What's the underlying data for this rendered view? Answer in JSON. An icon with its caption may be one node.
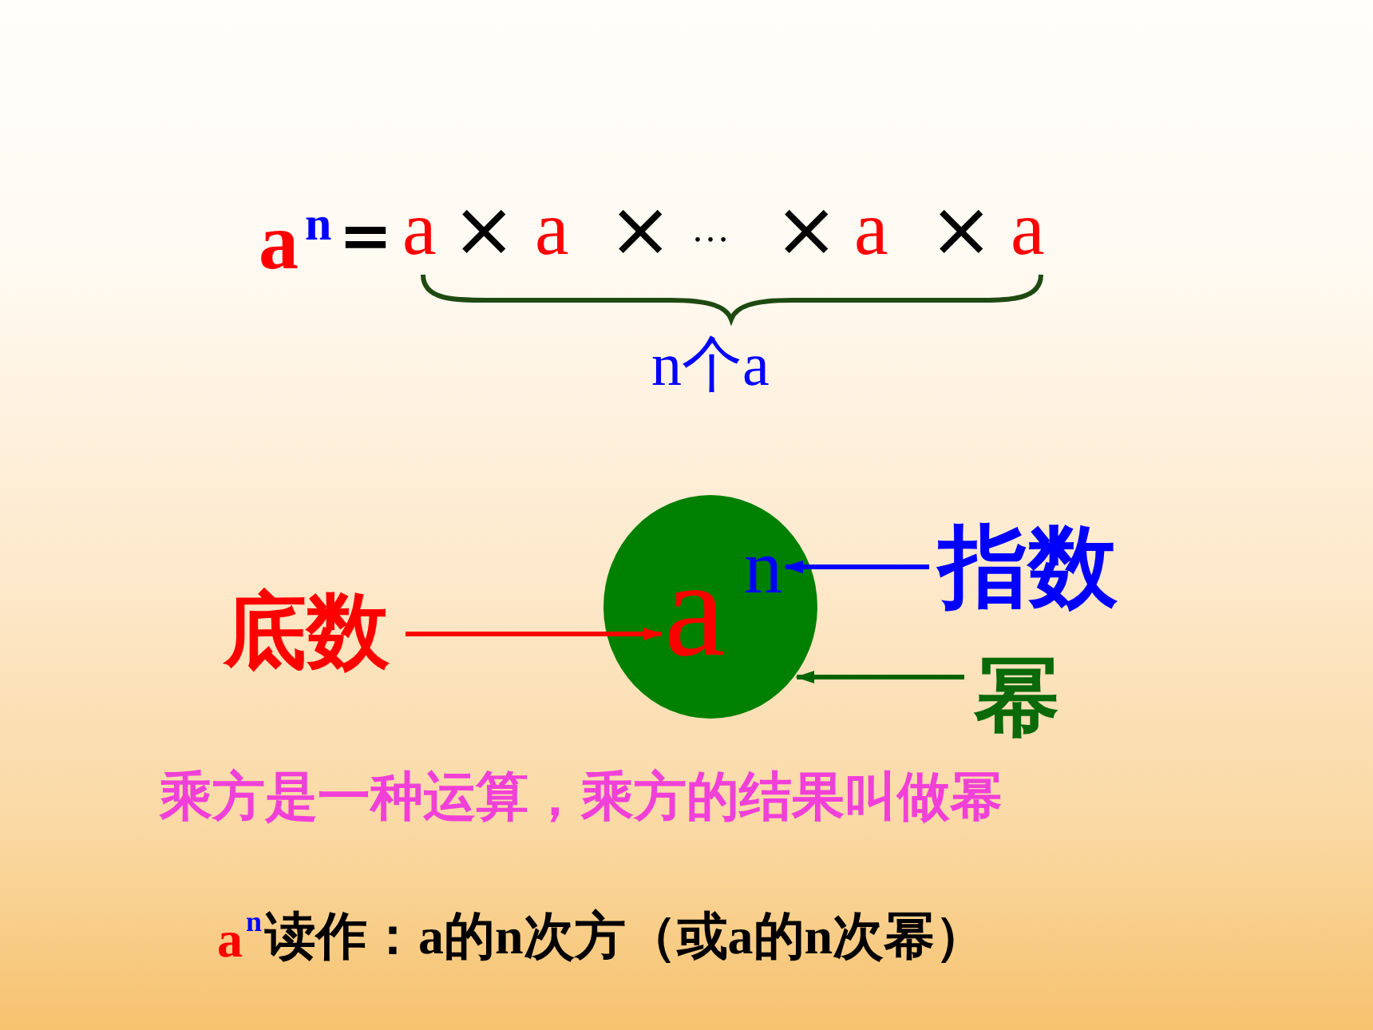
{
  "diagram": {
    "nodes": [
      {
        "text": [],
        "shape": "circle"
      },
      {
        "text": [
          "a"
        ],
        "in": 0
      },
      {
        "text": [
          "n"
        ],
        "in": 0
      },
      {
        "text": [
          "底数"
        ]
      },
      {
        "text": [
          "指数"
        ]
      },
      {
        "text": [
          "幂"
        ]
      }
    ],
    "edges": [
      {
        "from": 3,
        "to": 1,
        "arrow": "to",
        "color": "#ff0000"
      },
      {
        "from": 4,
        "to": 2,
        "arrow": "to",
        "color": "#0000ff"
      },
      {
        "from": 5,
        "to": 0,
        "arrow": "to",
        "color": "#006400"
      }
    ],
    "labels": [
      "a",
      "n",
      "＝",
      "a",
      "×",
      "a",
      "×",
      "…",
      "×",
      "a",
      "×",
      "a",
      "n个a",
      "乘方是一种运算，乘方的结果叫做幂",
      "a",
      "n",
      "读作：a的n次方（或a的n次幂）"
    ]
  }
}
